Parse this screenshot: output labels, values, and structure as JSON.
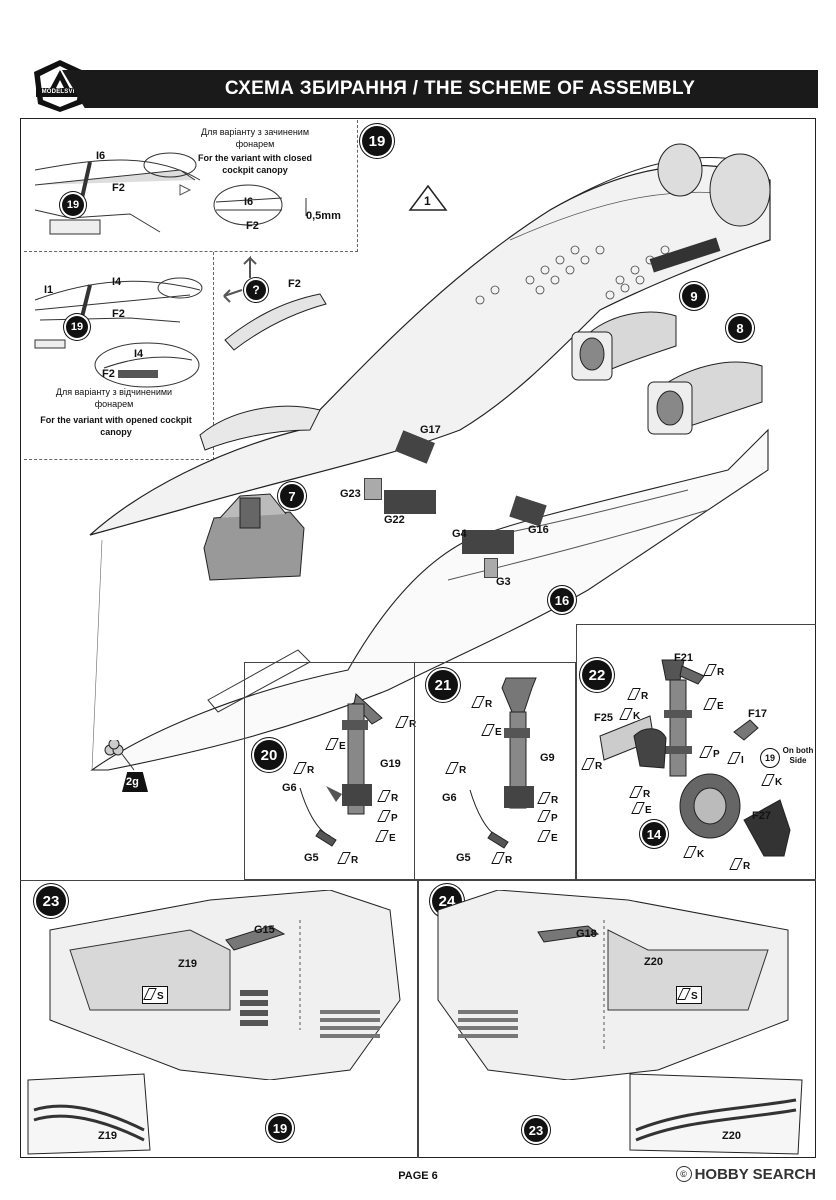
{
  "header": {
    "logo_text": "MODELSVIT",
    "title": "СХЕМА ЗБИРАННЯ / THE SCHEME OF ASSEMBLY"
  },
  "inset_closed": {
    "ua": "Для варіанту з зачиненим фонарем",
    "en": "For the variant with closed cockpit canopy",
    "dim": "0,5mm",
    "labels": [
      "I6",
      "F2",
      "I6",
      "F2"
    ]
  },
  "inset_opened": {
    "ua": "Для варіанту з відчиненими фонарем",
    "en": "For the variant with opened cockpit canopy",
    "labels": [
      "I1",
      "I4",
      "F2",
      "I4",
      "F2"
    ]
  },
  "main": {
    "warning_number": "1",
    "question_mark": "?",
    "parts": [
      "F2",
      "G17",
      "G23",
      "G22",
      "G16",
      "G4",
      "G3"
    ],
    "steps": [
      "19",
      "7",
      "9",
      "8",
      "16",
      "19",
      "19"
    ],
    "weight": "2g"
  },
  "step20": {
    "step": "20",
    "parts": [
      "G19",
      "G6",
      "G5"
    ],
    "paints": [
      "R",
      "E",
      "R",
      "R",
      "P",
      "E",
      "R"
    ]
  },
  "step21": {
    "step": "21",
    "parts": [
      "G9",
      "G6",
      "G5"
    ],
    "paints": [
      "R",
      "E",
      "R",
      "R",
      "P",
      "E",
      "R"
    ]
  },
  "step22": {
    "step": "22",
    "parts": [
      "F21",
      "F25",
      "F17",
      "F27"
    ],
    "paints": [
      "R",
      "R",
      "K",
      "E",
      "R",
      "P",
      "I",
      "R",
      "E",
      "K",
      "K",
      "R"
    ],
    "note_step": "19",
    "note": "On both Side",
    "sub_step": "14"
  },
  "step23": {
    "step": "23",
    "parts": [
      "G15",
      "Z19",
      "Z19"
    ],
    "paint": "S",
    "ref_step": "19"
  },
  "step24": {
    "step": "24",
    "parts": [
      "G18",
      "Z20",
      "Z20"
    ],
    "paint": "S",
    "ref_step": "23"
  },
  "footer": {
    "page": "PAGE 6",
    "watermark": "HOBBY SEARCH",
    "watermark_mark": "©"
  }
}
